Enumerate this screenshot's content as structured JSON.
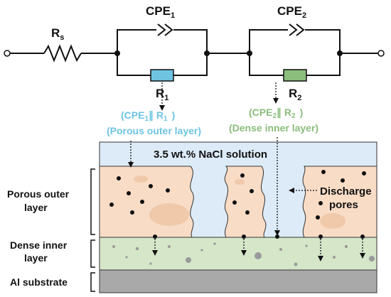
{
  "circuit": {
    "rs": {
      "main": "R",
      "sub": "s"
    },
    "cpe1": {
      "main": "CPE",
      "sub": "1"
    },
    "cpe2": {
      "main": "CPE",
      "sub": "2"
    },
    "r1": {
      "main": "R",
      "sub": "1"
    },
    "r2": {
      "main": "R",
      "sub": "2"
    }
  },
  "annotations": {
    "group1": {
      "open": "(CPE",
      "sub_a": "1",
      "sep": "∥ R",
      "sub_b": "1",
      "close": ")",
      "caption": "(Porous outer layer)",
      "color": "#6ec4e0"
    },
    "group2": {
      "open": "(CPE",
      "sub_a": "2",
      "sep": "∥ R",
      "sub_b": "2",
      "close": ")",
      "caption": "(Dense inner  layer)",
      "color": "#8bbd7d"
    }
  },
  "layers": {
    "solution": "3.5 wt.% NaCl solution",
    "porous_outer_line1": "Porous outer",
    "porous_outer_line2": "layer",
    "dense_inner_line1": "Dense inner",
    "dense_inner_line2": "layer",
    "substrate": "Al substrate",
    "discharge_line1": "Discharge",
    "discharge_line2": "pores"
  },
  "colors": {
    "solution": "#dcebf7",
    "porous": "#f9dcc6",
    "dense": "#d5e6c9",
    "substrate": "#a9a9a9",
    "r1_fill": "#6ec4e0",
    "r2_fill": "#8bbd7d"
  }
}
